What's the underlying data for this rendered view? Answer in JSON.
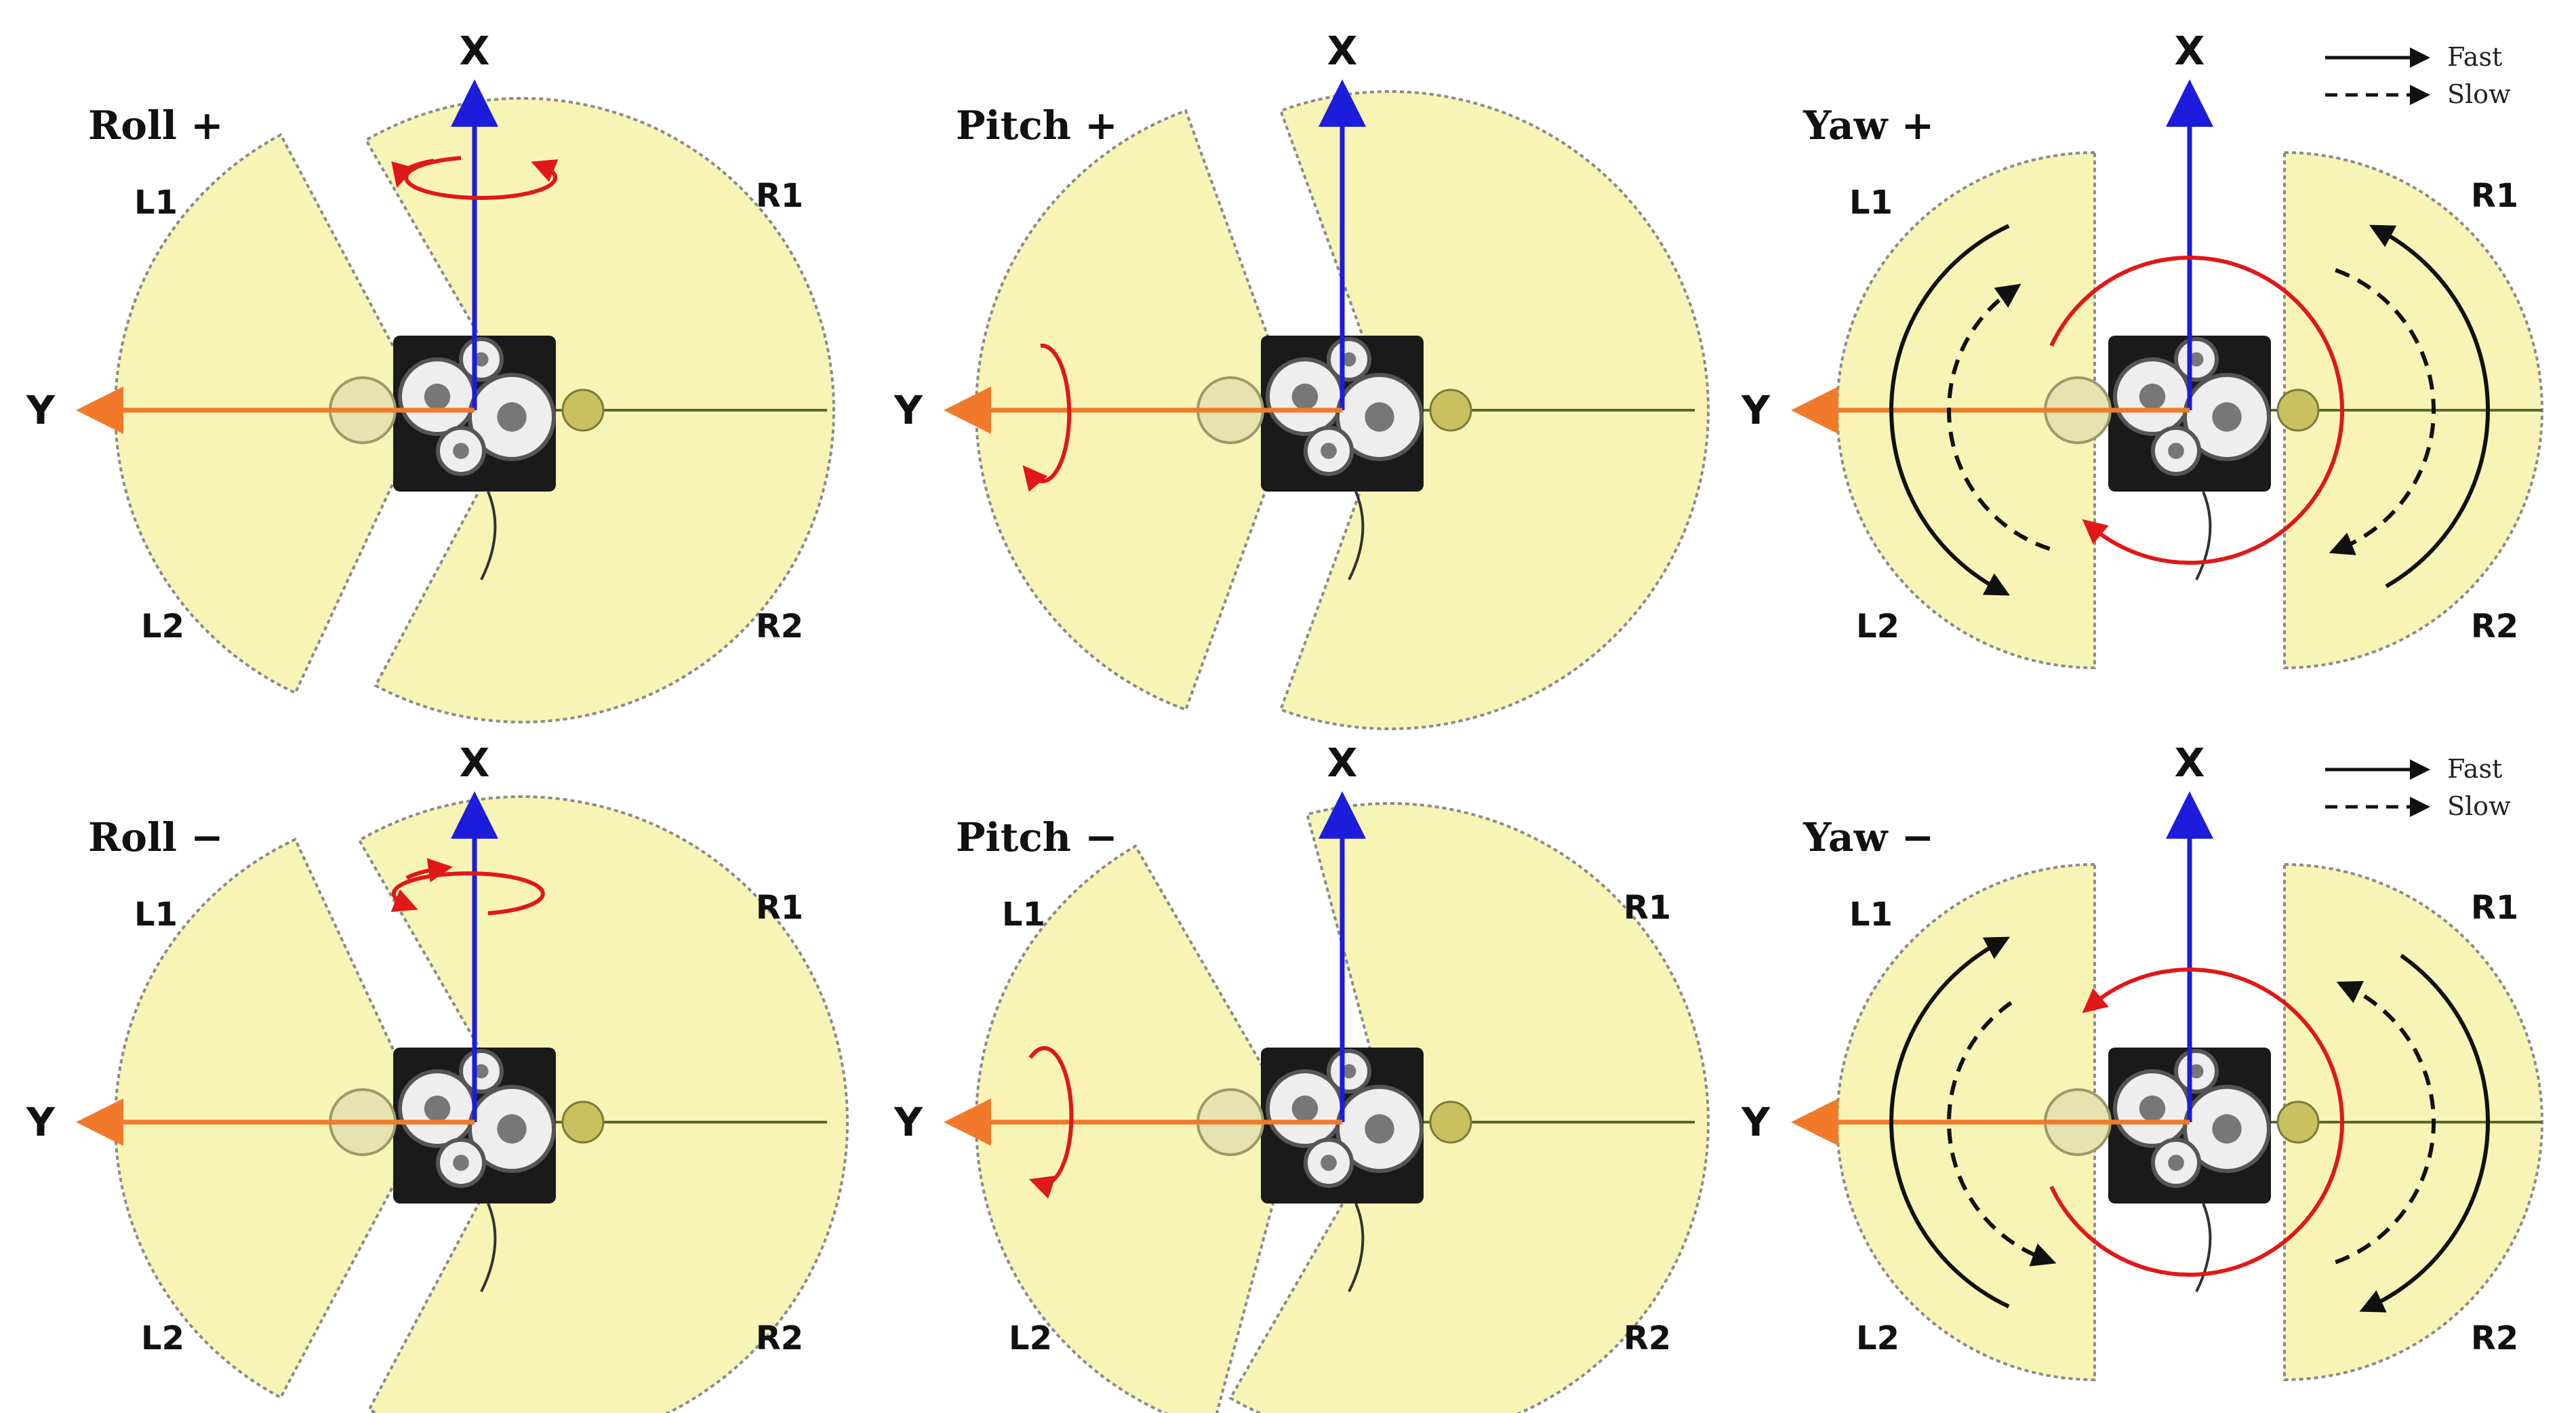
{
  "colors": {
    "x_axis": "#1c1cdc",
    "y_axis": "#f07a2a",
    "rotation": "#e01818",
    "wing_fill": "#f8f4b6",
    "wing_edge": "#8a8a8a",
    "stroke_arrow": "#111111",
    "body": "#1a1a1a",
    "gear": "#eeeeee"
  },
  "axes": {
    "x": "X",
    "y": "Y"
  },
  "legend": {
    "fast": "Fast",
    "slow": "Slow"
  },
  "panels": [
    {
      "id": "roll-plus",
      "title": "Roll +",
      "wings": {
        "l1": "L1",
        "l2": "L2",
        "r1": "R1",
        "r2": "R2"
      },
      "pose": "roll-plus",
      "rotation": "roll-x",
      "legend": false,
      "strokes": false
    },
    {
      "id": "pitch-plus",
      "title": "Pitch +",
      "wings": {
        "l1": "",
        "l2": "",
        "r1": "",
        "r2": ""
      },
      "pose": "pitch-plus",
      "rotation": "pitch-y",
      "legend": false,
      "strokes": false
    },
    {
      "id": "yaw-plus",
      "title": "Yaw +",
      "wings": {
        "l1": "L1",
        "l2": "L2",
        "r1": "R1",
        "r2": "R2"
      },
      "pose": "yaw",
      "rotation": "yaw-plus",
      "legend": true,
      "strokes": "yaw-plus"
    },
    {
      "id": "roll-minus",
      "title": "Roll −",
      "wings": {
        "l1": "L1",
        "l2": "L2",
        "r1": "R1",
        "r2": "R2"
      },
      "pose": "roll-minus",
      "rotation": "roll-x",
      "legend": false,
      "strokes": false
    },
    {
      "id": "pitch-minus",
      "title": "Pitch −",
      "wings": {
        "l1": "L1",
        "l2": "L2",
        "r1": "R1",
        "r2": "R2"
      },
      "pose": "pitch-minus",
      "rotation": "pitch-y",
      "legend": false,
      "strokes": false
    },
    {
      "id": "yaw-minus",
      "title": "Yaw −",
      "wings": {
        "l1": "L1",
        "l2": "L2",
        "r1": "R1",
        "r2": "R2"
      },
      "pose": "yaw",
      "rotation": "yaw-minus",
      "legend": true,
      "strokes": "yaw-minus"
    }
  ]
}
